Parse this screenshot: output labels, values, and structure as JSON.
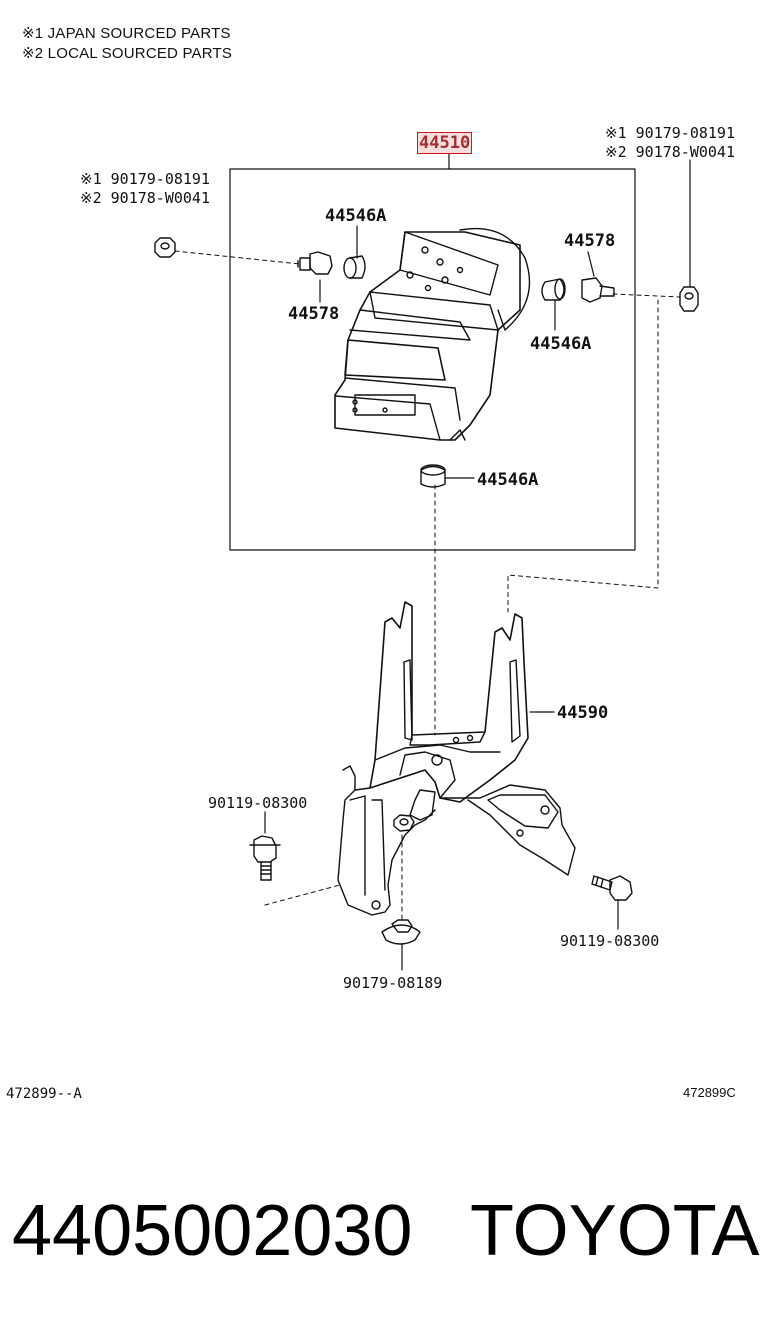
{
  "notes": [
    "※1 JAPAN SOURCED PARTS",
    "※2 LOCAL SOURCED PARTS"
  ],
  "parts": {
    "actuator_assy": "44510",
    "bushing_a": "44546A",
    "bushing_b": "44546A",
    "bushing_c": "44546A",
    "stud_left": "44578",
    "stud_right": "44578",
    "bracket": "44590",
    "nut_left_1": "※1 90179-08191",
    "nut_left_2": "※2 90178-W0041",
    "nut_right_1": "※1 90179-08191",
    "nut_right_2": "※2 90178-W0041",
    "bolt_left": "90119-08300",
    "bolt_right": "90119-08300",
    "nut_bottom": "90179-08189"
  },
  "illustration_code_left": "472899--A",
  "illustration_code_right": "472899C",
  "part_number": "4405002030",
  "brand": "TOYOTA",
  "colors": {
    "highlight_border": "#d01818",
    "highlight_fill": "#f6dede",
    "line": "#111111"
  }
}
